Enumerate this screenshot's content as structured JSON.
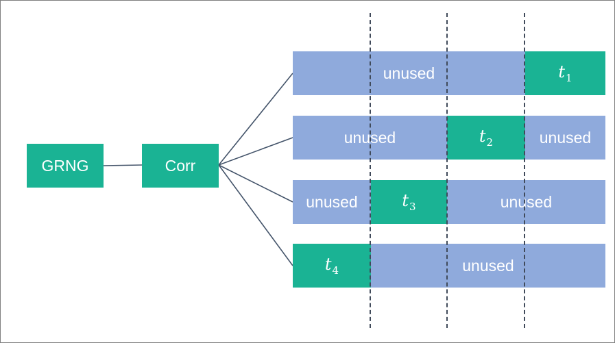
{
  "nodes": {
    "grng": "GRNG",
    "corr": "Corr"
  },
  "rows": [
    {
      "unused_label": "unused",
      "t_var": "t",
      "t_sub": "1"
    },
    {
      "unused_label_left": "unused",
      "t_var": "t",
      "t_sub": "2",
      "unused_label_right": "unused"
    },
    {
      "unused_label_left": "unused",
      "t_var": "t",
      "t_sub": "3",
      "unused_label_right": "unused"
    },
    {
      "t_var": "t",
      "t_sub": "4",
      "unused_label": "unused"
    }
  ],
  "colors": {
    "teal": "#1ab394",
    "blue": "#8faadc",
    "line": "#44546a"
  }
}
